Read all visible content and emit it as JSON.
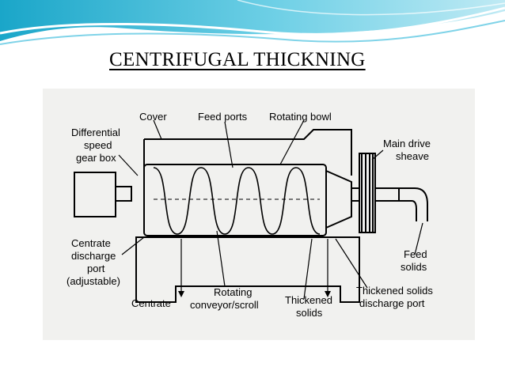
{
  "slide": {
    "title": "CENTRIFUGAL THICKNING"
  },
  "diagram": {
    "labels": {
      "cover": "Cover",
      "feed_ports": "Feed ports",
      "rotating_bowl": "Rotating bowl",
      "differential_1": "Differential",
      "differential_2": "speed",
      "differential_3": "gear box",
      "main_drive_1": "Main drive",
      "main_drive_2": "sheave",
      "centrate_port_1": "Centrate",
      "centrate_port_2": "discharge",
      "centrate_port_3": "port",
      "centrate_port_4": "(adjustable)",
      "feed_solids_1": "Feed",
      "feed_solids_2": "solids",
      "centrate": "Centrate",
      "rotating_conveyor_1": "Rotating",
      "rotating_conveyor_2": "conveyor/scroll",
      "thickened_solids_1": "Thickened",
      "thickened_solids_2": "solids",
      "thickened_discharge_1": "Thickened solids",
      "thickened_discharge_2": "discharge port"
    }
  }
}
